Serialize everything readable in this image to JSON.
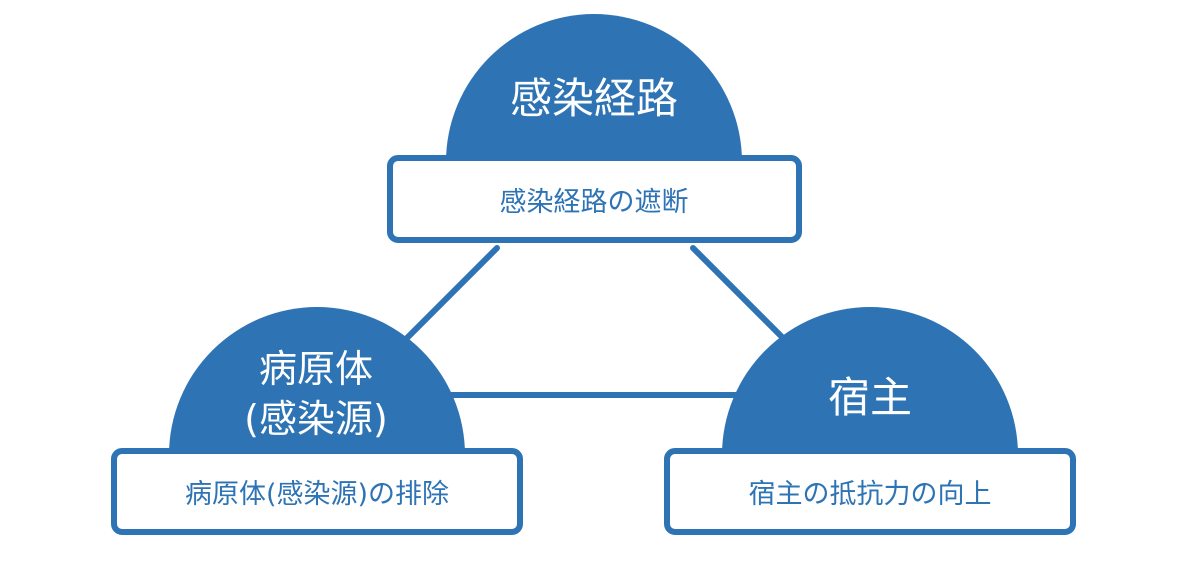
{
  "colors": {
    "primary": "#2e74b5",
    "box_fill": "#ffffff"
  },
  "nodes": {
    "route": {
      "title": "感染経路",
      "measure": "感染経路の遮断"
    },
    "pathogen": {
      "title_line1": "病原体",
      "title_line2": "(感染源)",
      "measure": "病原体(感染源)の排除"
    },
    "host": {
      "title": "宿主",
      "measure": "宿主の抵抗力の向上"
    }
  }
}
